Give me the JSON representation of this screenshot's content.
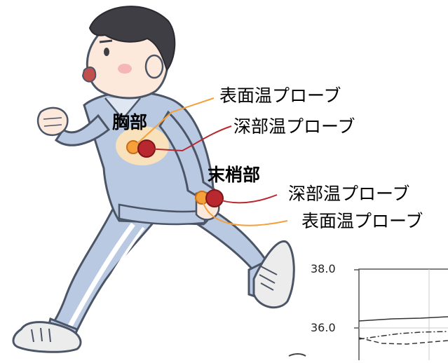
{
  "regions": {
    "chest": "胸部",
    "periphery": "末梢部"
  },
  "probes": {
    "chest_surface": "表面温プローブ",
    "chest_deep": "深部温プローブ",
    "periph_deep": "深部温プローブ",
    "periph_surface": "表面温プローブ"
  },
  "colors": {
    "surface_probe": "#f5a03a",
    "deep_probe": "#b8282e",
    "chest_highlight": "#fbe3b8",
    "outfit": "#b9c9e1",
    "outfit_stroke": "#4b5566",
    "hair": "#3e3e44",
    "skin": "#fde9dc"
  },
  "chart": {
    "y_ticks": [
      "38.0",
      "36.0"
    ]
  }
}
